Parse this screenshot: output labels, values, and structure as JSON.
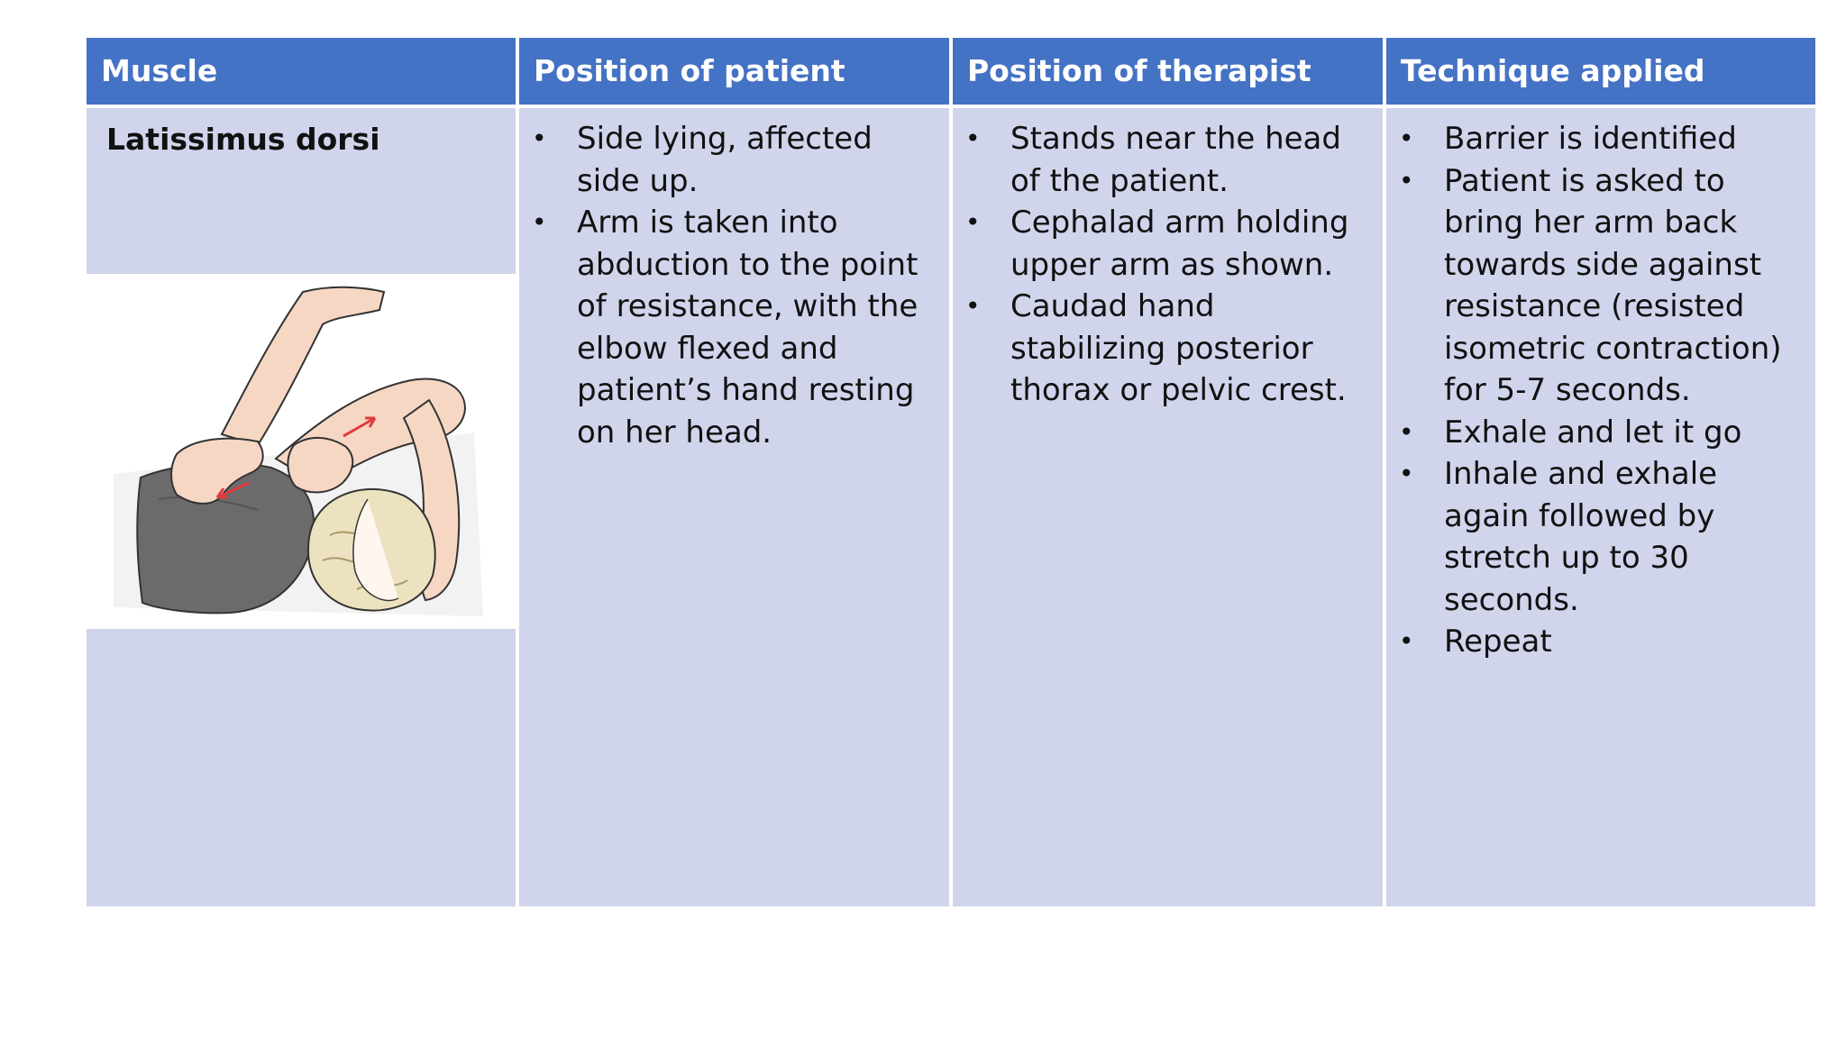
{
  "table": {
    "headers": [
      "Muscle",
      "Position of patient",
      "Position of therapist",
      "Technique applied"
    ],
    "row": {
      "muscle": "Latissimus dorsi",
      "patient_position": [
        "Side lying, affected side up.",
        "Arm is taken into abduction to the point of resistance, with the elbow flexed and patient’s hand resting on her head."
      ],
      "therapist_position": [
        "Stands near the head of the patient.",
        "Cephalad arm holding upper arm as shown.",
        "Caudad hand stabilizing posterior thorax or pelvic crest."
      ],
      "technique": [
        "Barrier is identified",
        "Patient is asked to bring her arm back towards side against resistance (resisted isometric contraction) for 5-7 seconds.",
        "Exhale and let it go",
        "Inhale and exhale again followed by stretch up to 30 seconds.",
        "Repeat"
      ]
    }
  },
  "colors": {
    "header_bg": "#4472c4",
    "cell_bg": "#d0d5ec",
    "header_text": "#ffffff"
  },
  "bullet_glyph": "•"
}
